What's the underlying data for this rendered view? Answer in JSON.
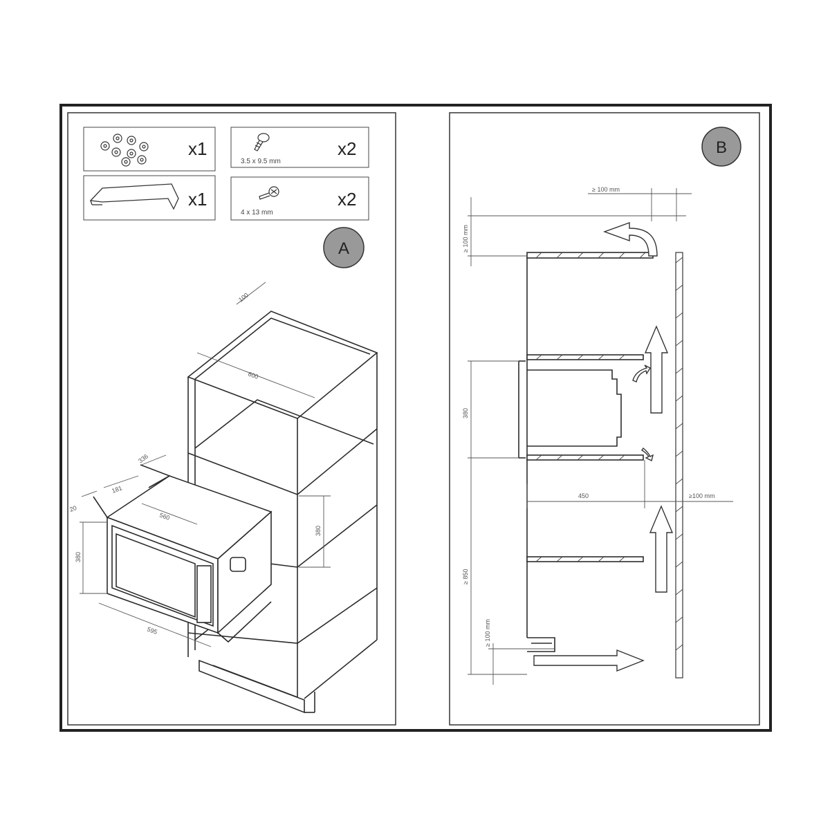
{
  "panel_a": {
    "badge": "A",
    "parts": [
      {
        "icon": "mounting-feet-icon",
        "qty": "x1",
        "caption": ""
      },
      {
        "icon": "screw-icon",
        "qty": "x2",
        "caption": "3.5 x 9.5 mm"
      },
      {
        "icon": "bracket-icon",
        "qty": "x1",
        "caption": ""
      },
      {
        "icon": "screw-washer-icon",
        "qty": "x2",
        "caption": "4 x 13 mm"
      }
    ],
    "dims": {
      "top_depth": "100",
      "cabinet_width": "600",
      "cavity_height": "380",
      "frame_d1": "20",
      "frame_d2": "181",
      "frame_depth": "336",
      "frame_width": "560",
      "front_height": "380",
      "front_width": "595"
    }
  },
  "panel_b": {
    "badge": "B",
    "dims": {
      "top_gap": "≥ 100  mm",
      "top_vert": "≥ 100 mm",
      "appliance_height": "380",
      "depth": "450",
      "rear_gap": "≥100 mm",
      "floor_height": "≥ 850",
      "plinth_gap": "≥ 100 mm"
    }
  }
}
